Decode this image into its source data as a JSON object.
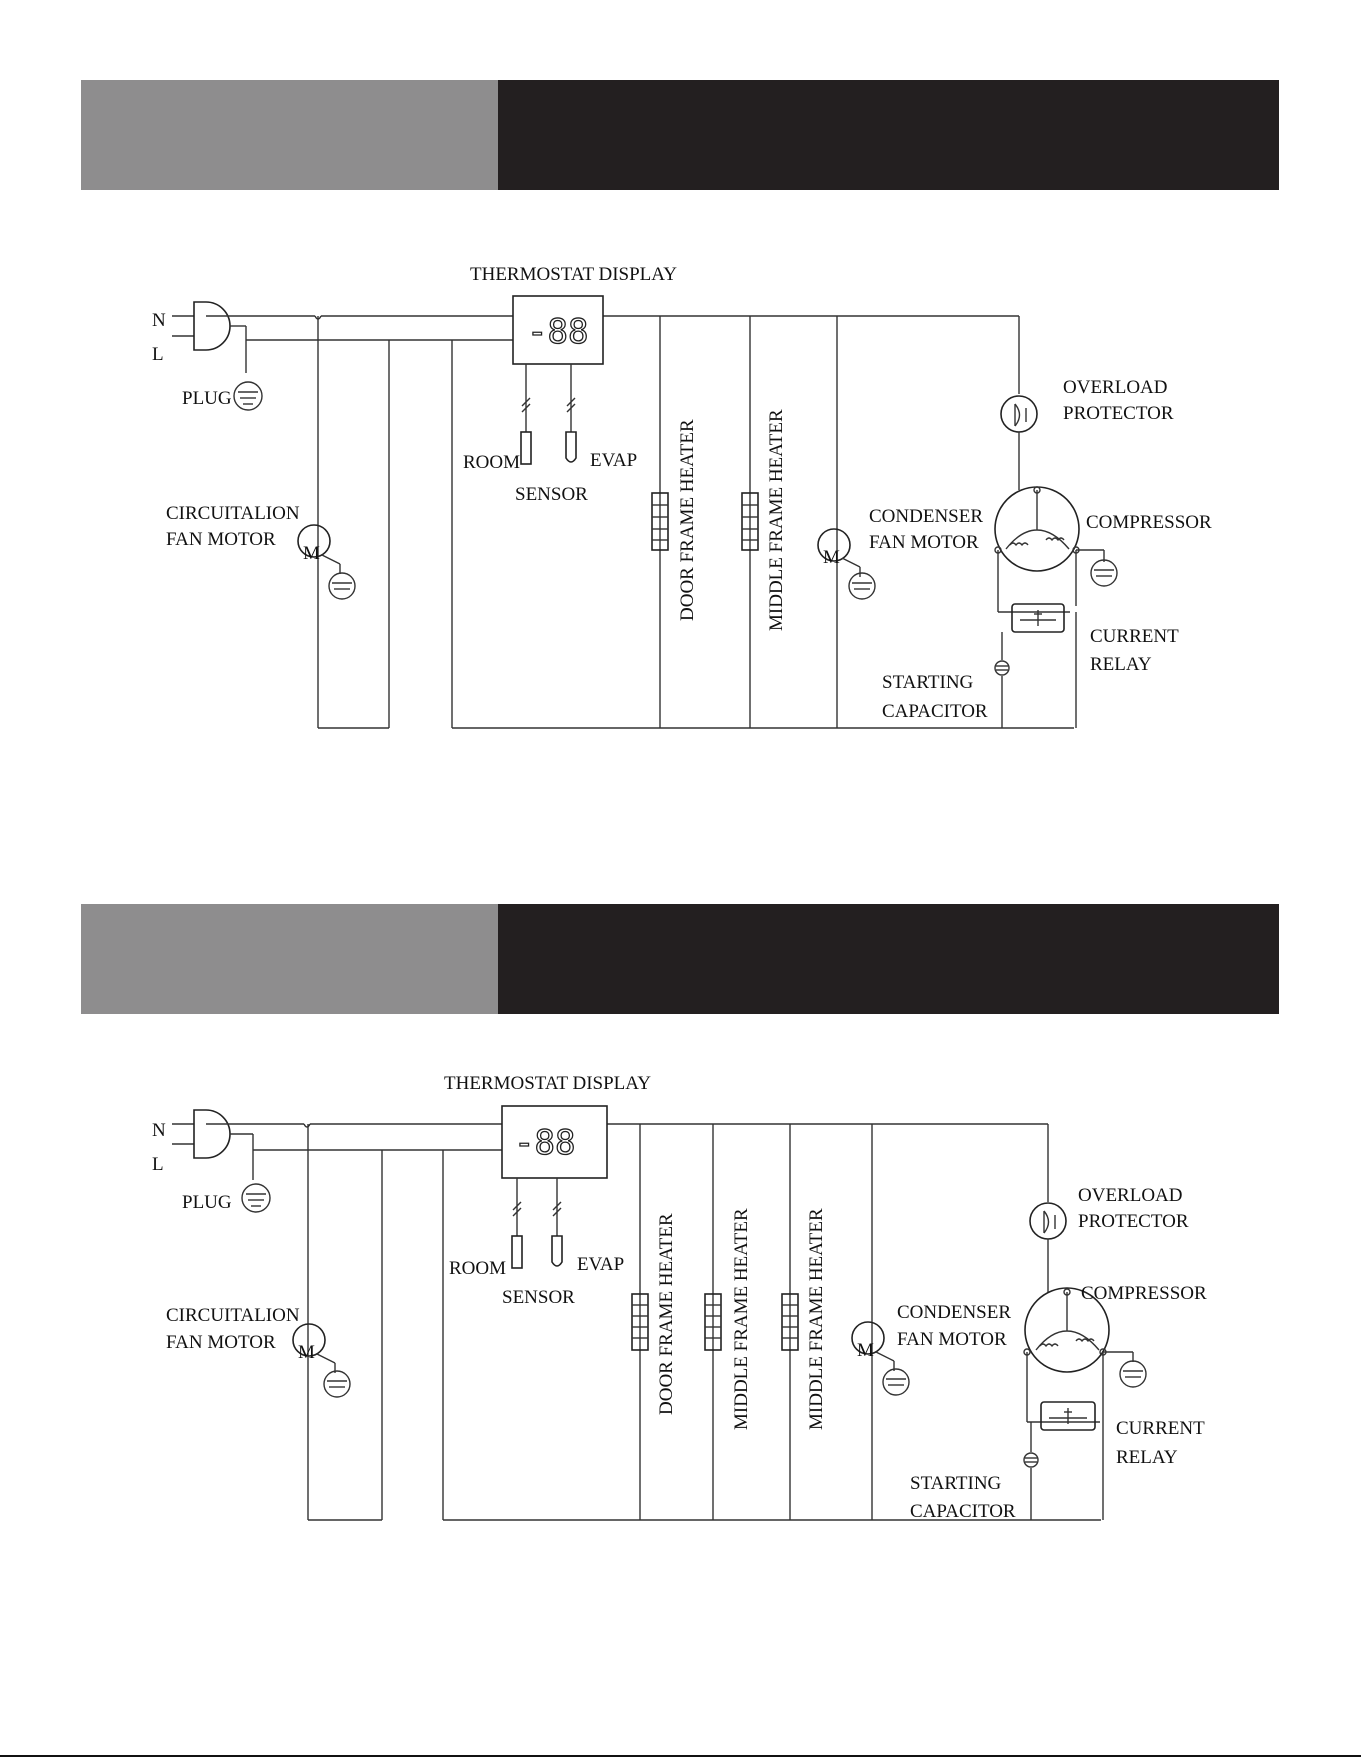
{
  "diagram1": {
    "neutral": "N",
    "live": "L",
    "plug": "PLUG",
    "thermostat_display": "THERMOSTAT DISPLAY",
    "display_readout": "-88",
    "room": "ROOM",
    "evap": "EVAP",
    "sensor": "SENSOR",
    "circ_fan_line1": "CIRCUITALION",
    "circ_fan_line2": "FAN MOTOR",
    "motor_symbol": "M",
    "door_heater": "DOOR FRAME HEATER",
    "middle_heater": "MIDDLE FRAME HEATER",
    "condenser_line1": "CONDENSER",
    "condenser_line2": "FAN MOTOR",
    "overload_line1": "OVERLOAD",
    "overload_line2": "PROTECTOR",
    "compressor": "COMPRESSOR",
    "relay_line1": "CURRENT",
    "relay_line2": "RELAY",
    "capacitor_line1": "STARTING",
    "capacitor_line2": "CAPACITOR"
  },
  "diagram2": {
    "neutral": "N",
    "live": "L",
    "plug": "PLUG",
    "thermostat_display": "THERMOSTAT DISPLAY",
    "display_readout": "-88",
    "room": "ROOM",
    "evap": "EVAP",
    "sensor": "SENSOR",
    "circ_fan_line1": "CIRCUITALION",
    "circ_fan_line2": "FAN MOTOR",
    "motor_symbol": "M",
    "door_heater": "DOOR FRAME HEATER",
    "middle_heater_1": "MIDDLE FRAME HEATER",
    "middle_heater_2": "MIDDLE FRAME HEATER",
    "condenser_line1": "CONDENSER",
    "condenser_line2": "FAN MOTOR",
    "overload_line1": "OVERLOAD",
    "overload_line2": "PROTECTOR",
    "compressor": "COMPRESSOR",
    "relay_line1": "CURRENT",
    "relay_line2": "RELAY",
    "capacitor_line1": "STARTING",
    "capacitor_line2": "CAPACITOR"
  }
}
